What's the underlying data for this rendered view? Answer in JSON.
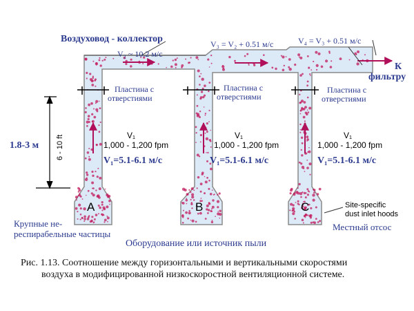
{
  "header_label": "Воздуховод - коллектор",
  "v2_label": "V₂ ~ 10.2 м/с",
  "v3_label": "V₃ = V₂ + 0.51 м/с",
  "v4_label": "V₄ = V₃ + 0.51 м/с",
  "to_filter_line1": "К",
  "to_filter_line2": "фильтру",
  "plate_label_line1": "Пластина с",
  "plate_label_line2": "отверстиями",
  "height_metric": "1.8-3 м",
  "height_feet": "6 - 10 ft",
  "ducts": [
    {
      "letter": "A",
      "v_name": "V₁",
      "fpm": "1,000 - 1,200 fpm",
      "v_ms": "V₁=5.1-6.1 м/с"
    },
    {
      "letter": "B",
      "v_name": "V₁",
      "fpm": "1,000 - 1,200 fpm",
      "v_ms": "V₁=5.1-6.1 м/с"
    },
    {
      "letter": "C",
      "v_name": "V₁",
      "fpm": "1,000 - 1,200 fpm",
      "v_ms": "V₁=5.1-6.1 м/с"
    }
  ],
  "site_hoods_line1": "Site-specific",
  "site_hoods_line2": "dust inlet hoods",
  "local_hood": "Местный отсос",
  "coarse_line1": "Крупные не-",
  "coarse_line2": "респирабельные частицы",
  "equipment": "Оборудование или источник пыли",
  "caption_line1": "Рис. 1.13. Соотношение между горизонтальными и вертикальными скоростями",
  "caption_line2": "воздуха в модифицированной низкоскоростной вентиляционной системе.",
  "colors": {
    "duct_fill": "#dce9f7",
    "duct_edge": "#8a8a8a",
    "particles": "#c2185b",
    "arrow": "#b0105a",
    "label_blue": "#2b3a8f"
  }
}
